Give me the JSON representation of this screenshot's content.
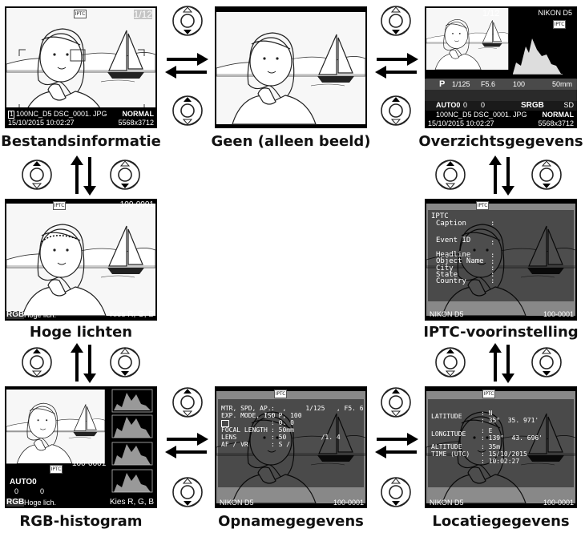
{
  "captions": {
    "file_info": "Bestandsinformatie",
    "none": "Geen (alleen beeld)",
    "overview": "Overzichtsgegevens",
    "highlights": "Hoge lichten",
    "iptc": "IPTC-voorinstelling",
    "rgb_histogram": "RGB-histogram",
    "shooting_data": "Opnamegegevens",
    "location": "Locatiegegevens"
  },
  "common": {
    "iptc_badge": "IPTC",
    "frame_count": "1/12",
    "file_line": "100NC_D5 DSC_0001. JPG",
    "datetime": "15/10/2015 10:02:27",
    "quality": "NORMAL",
    "image_size": "5568x3712",
    "frame_number": "100-0001",
    "camera": "NIKON D5",
    "folder_index": "1"
  },
  "overview": {
    "camera": "NIKON D5",
    "mode": "P",
    "shutter": "1/125",
    "aperture": "F5.6",
    "iso": "100",
    "focal": "50mm",
    "wb": "AUTO0",
    "wb_adj1": "0",
    "wb_adj2": "0",
    "color_space": "SRGB",
    "picture_control": "SD"
  },
  "highlights": {
    "channel": "RGB",
    "label": "Hoge lich.",
    "hint": "Kies R, G, B"
  },
  "rgb_histogram": {
    "frame_number": "100-0001",
    "wb": "AUTO0",
    "wb_adj1": "0",
    "wb_adj2": "0",
    "channel": "RGB",
    "label": "Hoge lich.",
    "hint": "Kies R, G, B"
  },
  "iptc_page": {
    "title": "IPTC",
    "fields": [
      "Caption",
      "Event ID",
      "Headline",
      "Object Name",
      "City",
      "State",
      "Country"
    ]
  },
  "shooting": {
    "rows": [
      {
        "label": "MTR, SPD, AP.",
        "value": ":  ,     1/125   , F5. 6"
      },
      {
        "label": "EXP. MODE, ISO",
        "value": ": P, 100"
      },
      {
        "label": "",
        "value": ": 0. 0"
      },
      {
        "label": "FOCAL LENGTH",
        "value": ": 50mm"
      },
      {
        "label": "LENS",
        "value": ": 50         /1. 4"
      },
      {
        "label": "AF / VR",
        "value": ": S /"
      }
    ]
  },
  "location": {
    "rows": [
      {
        "label": "LATITUDE",
        "value1": ": N",
        "value2": ": 35°  35. 971'"
      },
      {
        "label": "LONGITUDE",
        "value1": ": E",
        "value2": ": 139°  43. 696'"
      },
      {
        "label": "ALTITUDE",
        "value1": ": 35m",
        "value2": ""
      },
      {
        "label": "TIME (UTC)",
        "value1": ": 15/10/2015",
        "value2": ": 10:02:27"
      }
    ]
  }
}
